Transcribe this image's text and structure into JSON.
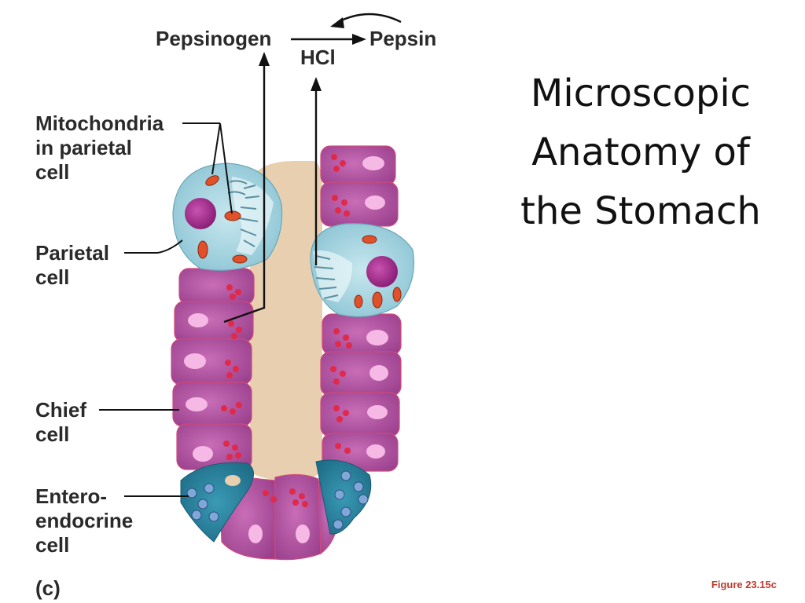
{
  "slide": {
    "title_lines": [
      "Microscopic",
      "Anatomy of",
      "the Stomach"
    ],
    "figure_reference": "Figure 23.15c"
  },
  "diagram": {
    "top_labels": {
      "pepsinogen": "Pepsinogen",
      "pepsin": "Pepsin",
      "hcl": "HCl"
    },
    "labels": {
      "mitochondria": [
        "Mitochondria",
        "in parietal",
        "cell"
      ],
      "parietal_cell": [
        "Parietal",
        "cell"
      ],
      "chief_cell": [
        "Chief",
        "cell"
      ],
      "enteroendocrine_cell": [
        "Entero-",
        "endocrine",
        "cell"
      ]
    },
    "panel_letter": "(c)",
    "colors": {
      "chief_cell": "#b0509e",
      "parietal_cell": "#a9d6e0",
      "enteroendocrine_cell": "#2f86a0",
      "lumen": "#e8cfb0",
      "granule": "#e02a4a",
      "mitochondria": "#e0502a",
      "parietal_nucleus": "#a42a90"
    }
  }
}
